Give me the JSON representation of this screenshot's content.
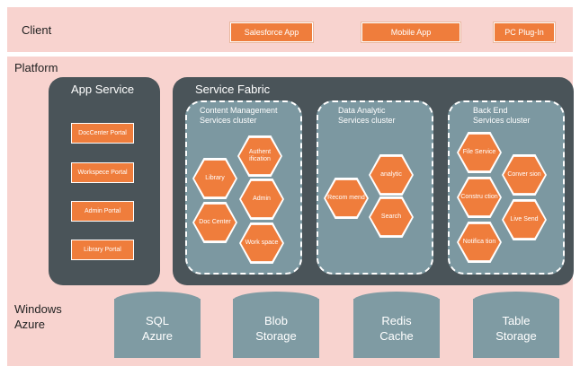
{
  "client": {
    "title": "Client",
    "apps": [
      "Salesforce App",
      "Mobile App",
      "PC Plug-In"
    ]
  },
  "platform": {
    "title": "Platform",
    "app_service": {
      "title": "App Service",
      "portals": [
        "DocCenter Portal",
        "Workspece Portal",
        "Admin Portal",
        "Library Portal"
      ]
    },
    "service_fabric": {
      "title": "Service Fabric",
      "clusters": [
        {
          "title_line1": "Content Management",
          "title_line2": "Services cluster",
          "services": [
            "Authent ification",
            "Library",
            "Admin",
            "Doc Center",
            "Work space"
          ]
        },
        {
          "title_line1": "Data Analytic",
          "title_line2": "Services cluster",
          "services": [
            "analytic",
            "Recom mend",
            "Search"
          ]
        },
        {
          "title_line1": "Back End",
          "title_line2": "Services cluster",
          "services": [
            "File Service",
            "Conver sion",
            "Constru ction",
            "Live Send",
            "Notifica tion"
          ]
        }
      ]
    }
  },
  "azure": {
    "title_line1": "Windows",
    "title_line2": "Azure",
    "storages": [
      {
        "line1": "SQL",
        "line2": "Azure"
      },
      {
        "line1": "Blob",
        "line2": "Storage"
      },
      {
        "line1": "Redis",
        "line2": "Cache"
      },
      {
        "line1": "Table",
        "line2": "Storage"
      }
    ]
  },
  "colors": {
    "band": "#f8d3cf",
    "accent": "#ef7d3c",
    "dark": "#4a5459",
    "cluster": "#7c98a1",
    "storage": "#7f9ba3"
  }
}
